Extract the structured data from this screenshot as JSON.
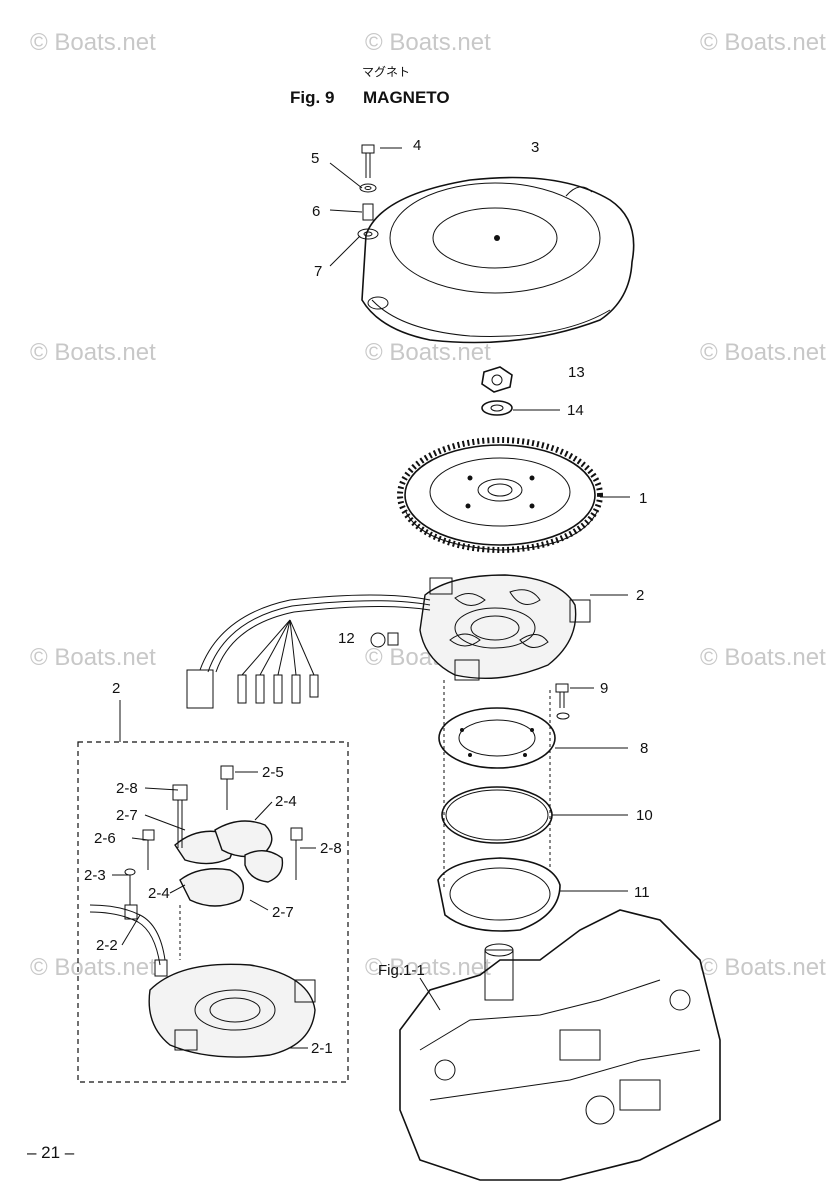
{
  "header": {
    "subtitle_jp": "マグネト",
    "fig_number": "Fig. 9",
    "fig_title": "MAGNETO"
  },
  "page_number": "– 21 –",
  "watermark_text": "© Boats.net",
  "callouts": [
    "1",
    "2",
    "3",
    "4",
    "5",
    "6",
    "7",
    "8",
    "9",
    "10",
    "11",
    "12",
    "13",
    "14"
  ],
  "sub_callouts": [
    "2",
    "2-1",
    "2-2",
    "2-3",
    "2-4",
    "2-4",
    "2-5",
    "2-6",
    "2-7",
    "2-7",
    "2-8",
    "2-8"
  ],
  "reference_label": "Fig.1-1"
}
